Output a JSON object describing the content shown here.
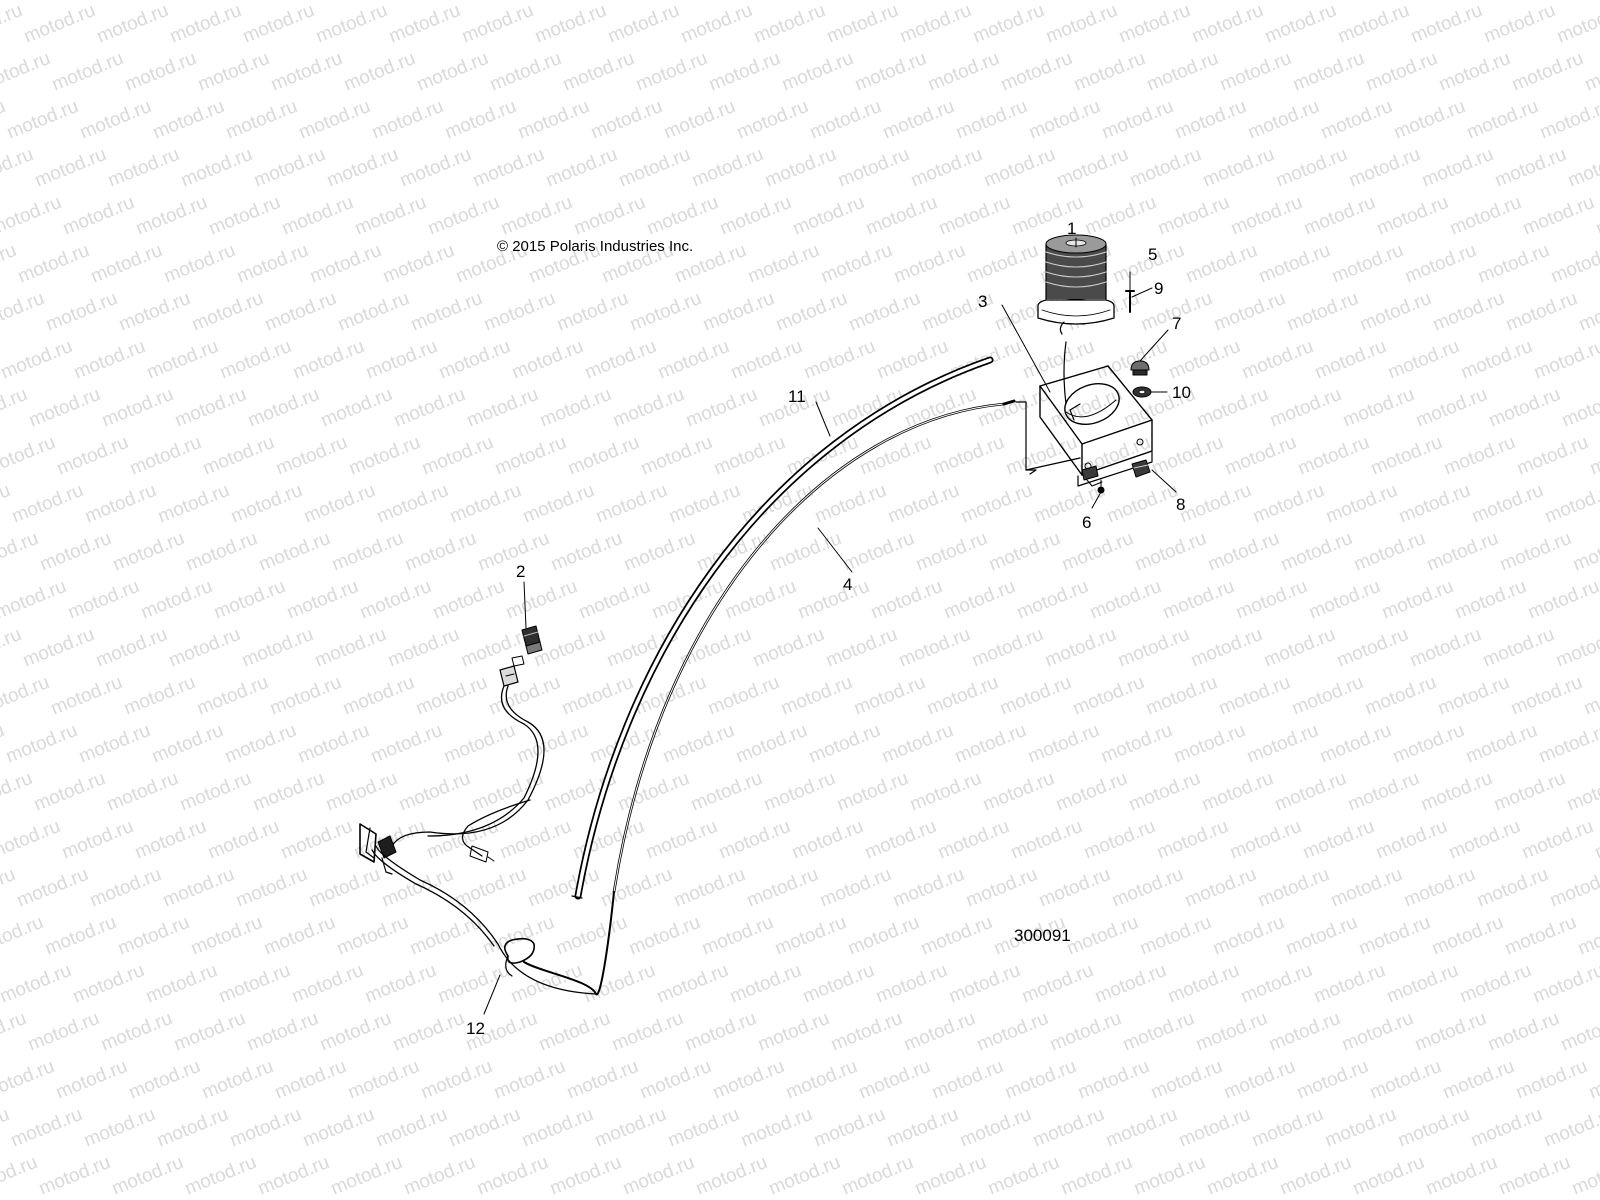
{
  "copyright": "© 2015 Polaris Industries Inc.",
  "figure_id": "300091",
  "watermark_text": "motod.ru",
  "callouts": [
    "1",
    "2",
    "3",
    "4",
    "5",
    "6",
    "7",
    "8",
    "9",
    "10",
    "11",
    "12"
  ]
}
